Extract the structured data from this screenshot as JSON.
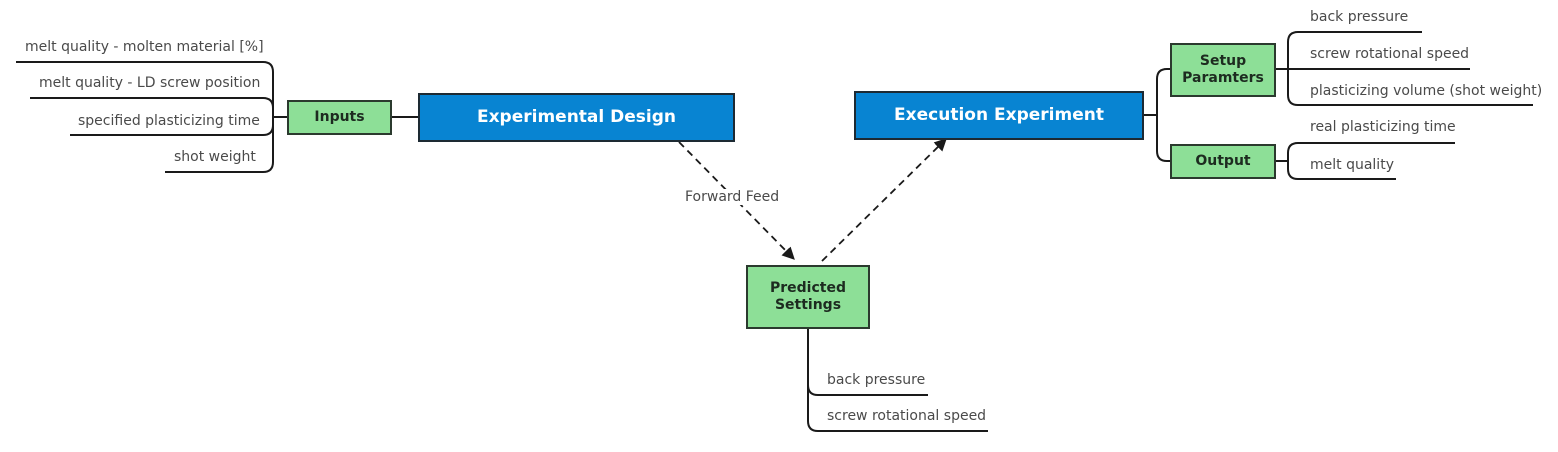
{
  "nodes": {
    "experimental_design": "Experimental Design",
    "execution_experiment": "Execution Experiment",
    "inputs": "Inputs",
    "predicted_settings": "Predicted Settings",
    "setup_parameters": "Setup Paramters",
    "output": "Output"
  },
  "edges": {
    "forward_feed": "Forward Feed"
  },
  "inputs_items": [
    "melt quality - molten material [%]",
    "melt quality - LD screw position",
    "specified plasticizing time",
    "shot weight"
  ],
  "predicted_items": [
    "back pressure",
    "screw rotational speed"
  ],
  "setup_items": [
    "back pressure",
    "screw rotational speed",
    "plasticizing volume (shot weight)"
  ],
  "output_items": [
    "real plasticizing time",
    "melt quality"
  ],
  "colors": {
    "main_node": "#0884d2",
    "sub_node": "#8ddf97",
    "line": "#1a1a1a"
  }
}
